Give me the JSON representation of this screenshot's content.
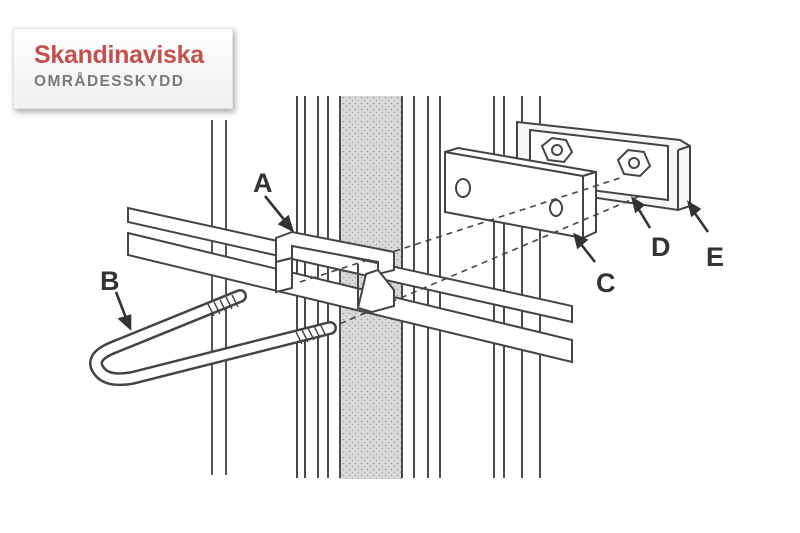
{
  "logo": {
    "name": "Skandinaviska",
    "subtitle": "OMRÅDESSKYDD",
    "brand_color": "#c4504d",
    "subtitle_color": "#7a7a7a"
  },
  "callouts": {
    "a": "A",
    "b": "B",
    "c": "C",
    "d": "D",
    "e": "E"
  }
}
